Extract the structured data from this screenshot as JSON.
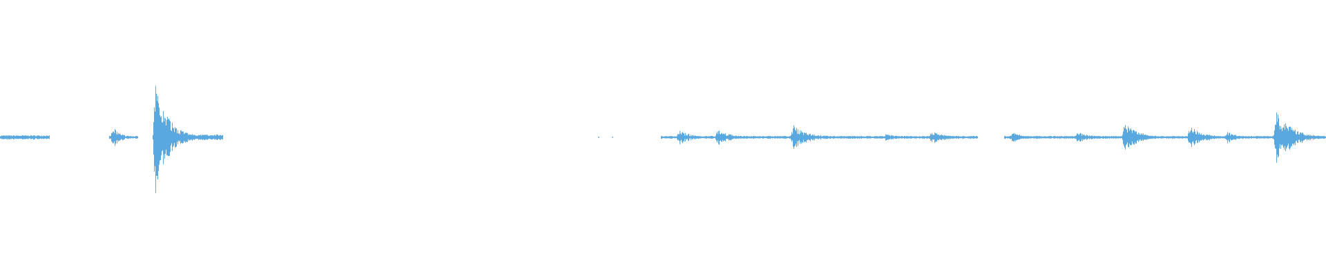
{
  "waveform": {
    "color": "#5aa8e0",
    "background": "#ffffff",
    "segments": [
      {
        "start": 0.0,
        "end": 0.037,
        "level": 0.03
      },
      {
        "start": 0.082,
        "end": 0.104,
        "level": 0.02
      },
      {
        "start": 0.115,
        "end": 0.168,
        "level": 0.04
      },
      {
        "start": 0.451,
        "end": 0.452,
        "level": 0.01
      },
      {
        "start": 0.461,
        "end": 0.462,
        "level": 0.01
      },
      {
        "start": 0.498,
        "end": 0.737,
        "level": 0.02
      },
      {
        "start": 0.757,
        "end": 1.0,
        "level": 0.02
      }
    ],
    "bursts": [
      {
        "pos": 0.085,
        "amp": 0.18,
        "decay": 0.006
      },
      {
        "pos": 0.117,
        "amp": 0.93,
        "decay": 0.01
      },
      {
        "pos": 0.512,
        "amp": 0.15,
        "decay": 0.008
      },
      {
        "pos": 0.541,
        "amp": 0.14,
        "decay": 0.01
      },
      {
        "pos": 0.598,
        "amp": 0.22,
        "decay": 0.012
      },
      {
        "pos": 0.668,
        "amp": 0.08,
        "decay": 0.008
      },
      {
        "pos": 0.702,
        "amp": 0.12,
        "decay": 0.01
      },
      {
        "pos": 0.763,
        "amp": 0.1,
        "decay": 0.008
      },
      {
        "pos": 0.812,
        "amp": 0.09,
        "decay": 0.012
      },
      {
        "pos": 0.848,
        "amp": 0.28,
        "decay": 0.01
      },
      {
        "pos": 0.897,
        "amp": 0.21,
        "decay": 0.01
      },
      {
        "pos": 0.925,
        "amp": 0.1,
        "decay": 0.008
      },
      {
        "pos": 0.962,
        "amp": 0.45,
        "decay": 0.012
      }
    ]
  }
}
